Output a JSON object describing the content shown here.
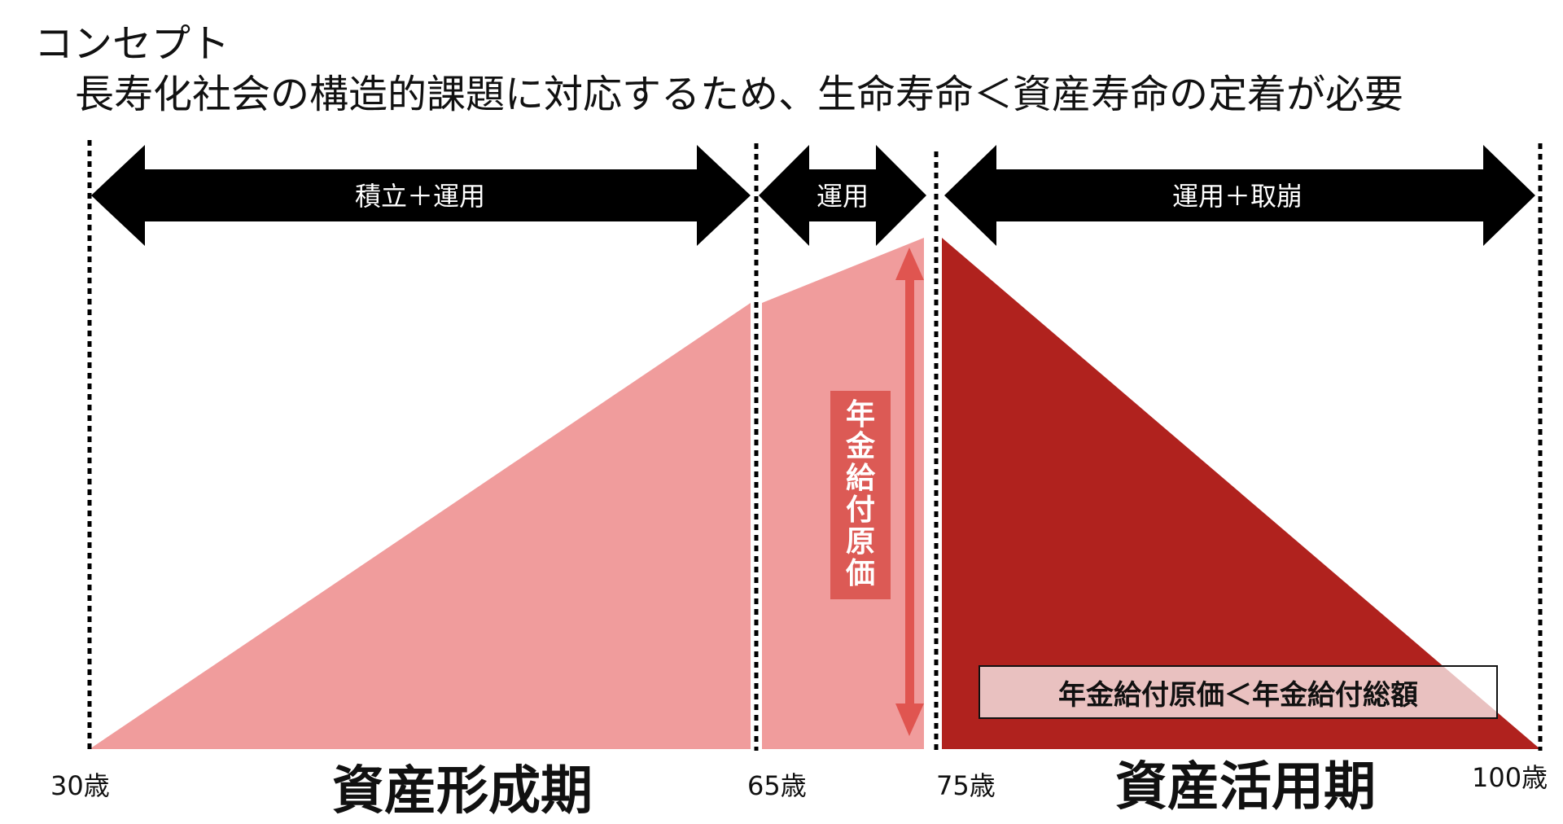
{
  "title": "コンセプト",
  "subtitle": "長寿化社会の構造的課題に対応するため、生命寿命＜資産寿命の定着が必要",
  "arrows": {
    "accumulate": "積立＋運用",
    "invest": "運用",
    "invest_withdraw": "運用＋取崩"
  },
  "ages": {
    "start": "30歳",
    "retire": "65歳",
    "mid": "75歳",
    "end": "100歳"
  },
  "periods": {
    "formation": "資産形成期",
    "utilization": "資産活用期"
  },
  "pension_cost_label": "年金給付原価",
  "comparison": "年金給付原価＜年金給付総額",
  "colors": {
    "light_red": "#f09c9c",
    "dark_red": "#b0221e",
    "arrow_red": "#e05550",
    "label_red": "#dc5a55",
    "black": "#000000"
  }
}
